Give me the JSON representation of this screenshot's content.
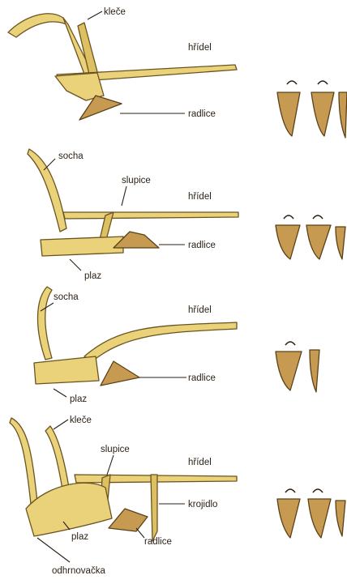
{
  "plow1": {
    "kleče": "kleče",
    "hřídel": "hřídel",
    "radlice": "radlice"
  },
  "plow2": {
    "socha": "socha",
    "slupice": "slupice",
    "hřídel": "hřídel",
    "radlice": "radlice",
    "plaz": "plaz"
  },
  "plow3": {
    "socha": "socha",
    "hřídel": "hřídel",
    "radlice": "radlice",
    "plaz": "plaz"
  },
  "plow4": {
    "kleče": "kleče",
    "slupice": "slupice",
    "hřídel": "hřídel",
    "krojidlo": "krojidlo",
    "plaz": "plaz",
    "radlice": "radlice",
    "odhrnovačka": "odhrnovačka"
  }
}
